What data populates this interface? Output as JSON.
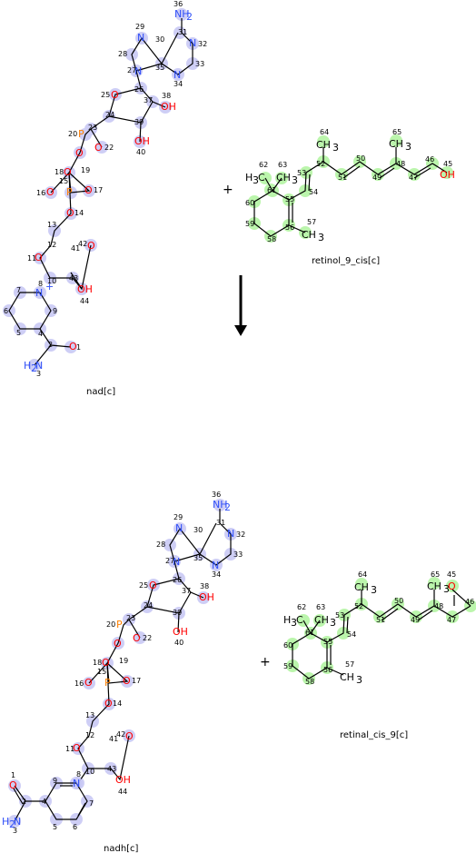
{
  "reaction": {
    "top_left_label": "nad[c]",
    "top_right_label": "retinol_9_cis[c]",
    "bottom_left_label": "nadh[c]",
    "bottom_right_label": "retinal_cis_9[c]",
    "plus_sign": "+",
    "colors": {
      "nad_highlight": "#c9c9f5",
      "retinoid_highlight": "#b8f5a8",
      "oxygen": "#ff0000",
      "nitrogen": "#3050f8",
      "phosphorus": "#ff8000",
      "carbon": "#000000"
    }
  }
}
